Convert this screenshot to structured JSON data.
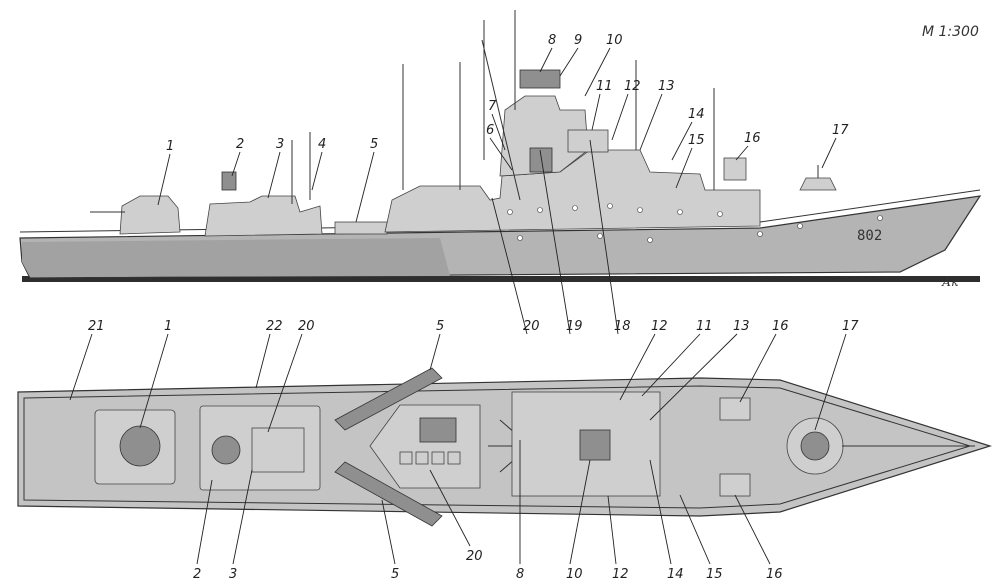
{
  "scale_label": "M 1:300",
  "hull_number": "802",
  "signature": "Ак",
  "side_view": {
    "callouts": [
      "1",
      "2",
      "3",
      "4",
      "5",
      "6",
      "7",
      "8",
      "9",
      "10",
      "11",
      "12",
      "13",
      "14",
      "15",
      "16",
      "17",
      "18",
      "19",
      "20"
    ]
  },
  "plan_view": {
    "callouts_top": [
      "21",
      "1",
      "22",
      "20",
      "5",
      "12",
      "11",
      "13",
      "16",
      "17"
    ],
    "callouts_bottom": [
      "2",
      "3",
      "5",
      "20",
      "8",
      "10",
      "12",
      "14",
      "15",
      "16"
    ]
  },
  "colors": {
    "hull_light": "#b4b4b4",
    "hull_dark": "#a2a2a2",
    "deck": "#c4c4c4",
    "waterline": "#2e2e2e",
    "line": "#222222"
  }
}
